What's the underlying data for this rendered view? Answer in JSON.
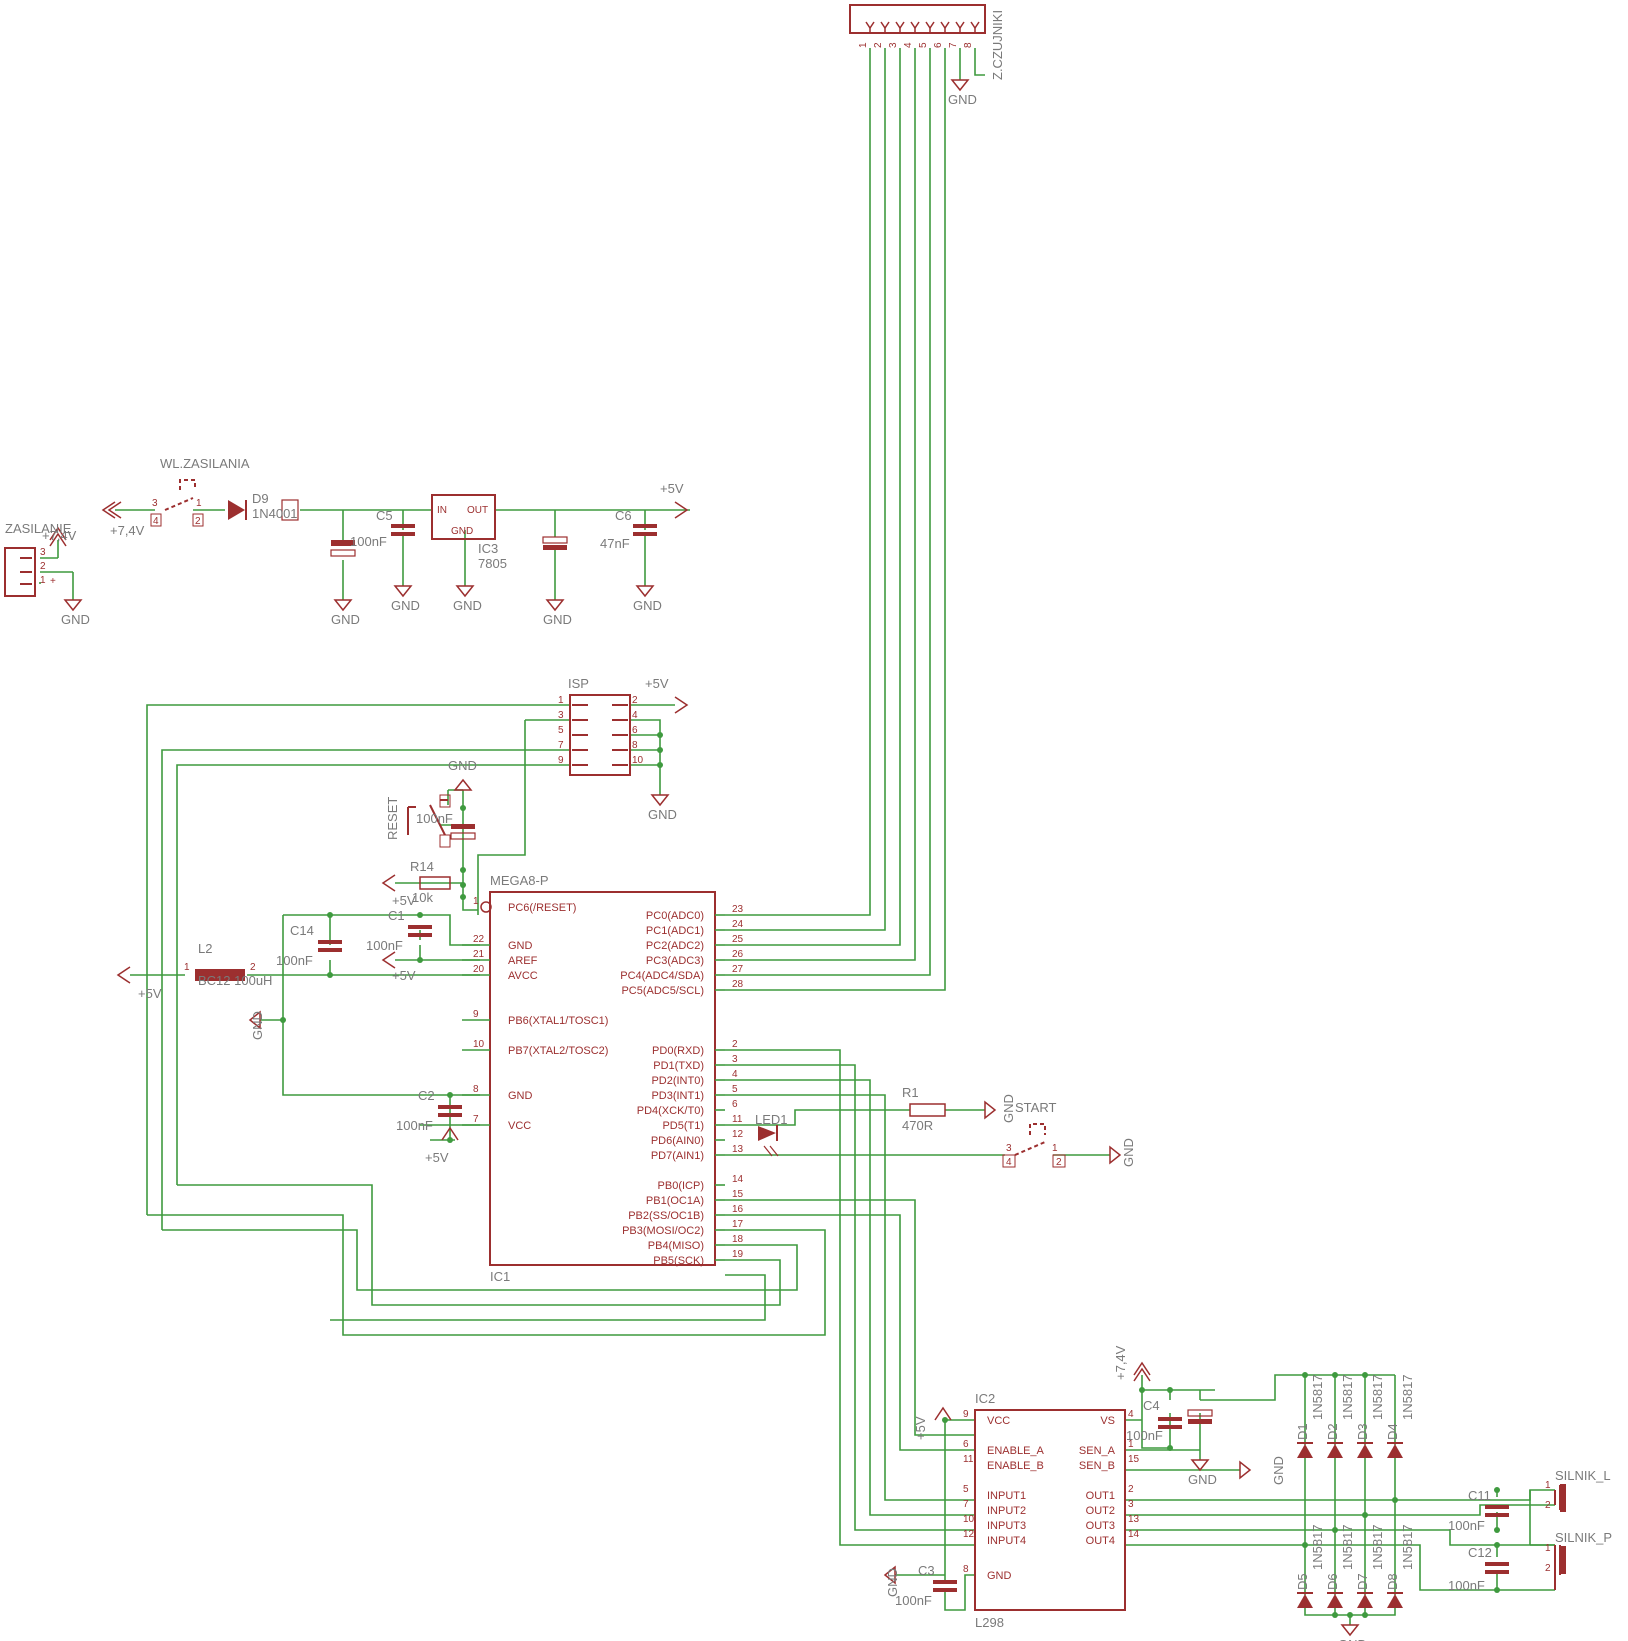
{
  "title": "",
  "supplies": {
    "gnd": "GND",
    "v5": "+5V",
    "v74": "+7,4V"
  },
  "power_section": {
    "connector_name": "ZASILANIE",
    "connector_pins": [
      "3",
      "2",
      "1"
    ],
    "connector_pin_labels": [
      "-",
      "+7,4V",
      "+"
    ],
    "switch_name": "WL.ZASILANIA",
    "switch_pins": [
      "3",
      "4",
      "1",
      "2"
    ],
    "diode_name": "D9",
    "diode_value": "1N4001",
    "cap_c5_name": "C5",
    "cap_c5_value": "100nF",
    "regulator_name": "IC3",
    "regulator_value": "7805",
    "regulator_pins": [
      "IN",
      "OUT",
      "GND"
    ],
    "cap_c6_name": "C6",
    "cap_c6_value": "47nF"
  },
  "sensor_connector": {
    "name": "Z.CZUJNIKI",
    "pins": [
      "1",
      "2",
      "3",
      "4",
      "5",
      "6",
      "7",
      "8"
    ]
  },
  "isp": {
    "name": "ISP",
    "left_pins": [
      "1",
      "3",
      "5",
      "7",
      "9"
    ],
    "right_pins": [
      "2",
      "4",
      "6",
      "8",
      "10"
    ]
  },
  "reset": {
    "switch_name": "RESET",
    "cap_value": "100nF",
    "resistor_name": "R14",
    "resistor_value": "10k"
  },
  "mcu": {
    "name": "IC1",
    "value": "MEGA8-P",
    "left_pins": [
      {
        "num": "1",
        "name": "PC6(/RESET)"
      },
      {
        "num": "22",
        "name": "GND"
      },
      {
        "num": "21",
        "name": "AREF"
      },
      {
        "num": "20",
        "name": "AVCC"
      },
      {
        "num": "9",
        "name": "PB6(XTAL1/TOSC1)"
      },
      {
        "num": "10",
        "name": "PB7(XTAL2/TOSC2)"
      },
      {
        "num": "8",
        "name": "GND"
      },
      {
        "num": "7",
        "name": "VCC"
      }
    ],
    "right_pins": [
      {
        "num": "23",
        "name": "PC0(ADC0)"
      },
      {
        "num": "24",
        "name": "PC1(ADC1)"
      },
      {
        "num": "25",
        "name": "PC2(ADC2)"
      },
      {
        "num": "26",
        "name": "PC3(ADC3)"
      },
      {
        "num": "27",
        "name": "PC4(ADC4/SDA)"
      },
      {
        "num": "28",
        "name": "PC5(ADC5/SCL)"
      },
      {
        "num": "2",
        "name": "PD0(RXD)"
      },
      {
        "num": "3",
        "name": "PD1(TXD)"
      },
      {
        "num": "4",
        "name": "PD2(INT0)"
      },
      {
        "num": "5",
        "name": "PD3(INT1)"
      },
      {
        "num": "6",
        "name": "PD4(XCK/T0)"
      },
      {
        "num": "11",
        "name": "PD5(T1)"
      },
      {
        "num": "12",
        "name": "PD6(AIN0)"
      },
      {
        "num": "13",
        "name": "PD7(AIN1)"
      },
      {
        "num": "14",
        "name": "PB0(ICP)"
      },
      {
        "num": "15",
        "name": "PB1(OC1A)"
      },
      {
        "num": "16",
        "name": "PB2(SS/OC1B)"
      },
      {
        "num": "17",
        "name": "PB3(MOSI/OC2)"
      },
      {
        "num": "18",
        "name": "PB4(MISO)"
      },
      {
        "num": "19",
        "name": "PB5(SCK)"
      }
    ]
  },
  "filter": {
    "c14_name": "C14",
    "c14_value": "100nF",
    "c1_name": "C1",
    "c1_value": "100nF",
    "l2_name": "L2",
    "l2_value": "BC12 100uH",
    "l2_pins": [
      "1",
      "2"
    ],
    "c2_name": "C2",
    "c2_value": "100nF"
  },
  "indicators": {
    "r1_name": "R1",
    "r1_value": "470R",
    "led_name": "LED1",
    "start_name": "START",
    "start_pins": [
      "3",
      "4",
      "1",
      "2"
    ]
  },
  "driver": {
    "name": "IC2",
    "value": "L298",
    "left_pins": [
      {
        "num": "9",
        "name": "VCC"
      },
      {
        "num": "6",
        "name": "ENABLE_A"
      },
      {
        "num": "11",
        "name": "ENABLE_B"
      },
      {
        "num": "5",
        "name": "INPUT1"
      },
      {
        "num": "7",
        "name": "INPUT2"
      },
      {
        "num": "10",
        "name": "INPUT3"
      },
      {
        "num": "12",
        "name": "INPUT4"
      },
      {
        "num": "8",
        "name": "GND"
      }
    ],
    "right_pins": [
      {
        "num": "4",
        "name": "VS"
      },
      {
        "num": "1",
        "name": "SEN_A"
      },
      {
        "num": "15",
        "name": "SEN_B"
      },
      {
        "num": "2",
        "name": "OUT1"
      },
      {
        "num": "3",
        "name": "OUT2"
      },
      {
        "num": "13",
        "name": "OUT3"
      },
      {
        "num": "14",
        "name": "OUT4"
      }
    ],
    "c3_name": "C3",
    "c3_value": "100nF",
    "c4_name": "C4",
    "c4_value": "100nF"
  },
  "diodes": {
    "value": "1N5817",
    "upper": [
      "D1",
      "D2",
      "D3",
      "D4"
    ],
    "lower": [
      "D5",
      "D6",
      "D7",
      "D8"
    ]
  },
  "motors": {
    "c11_name": "C11",
    "c11_value": "100nF",
    "c12_name": "C12",
    "c12_value": "100nF",
    "left_name": "SILNIK_L",
    "right_name": "SILNIK_P",
    "pins": [
      "1",
      "2"
    ]
  }
}
